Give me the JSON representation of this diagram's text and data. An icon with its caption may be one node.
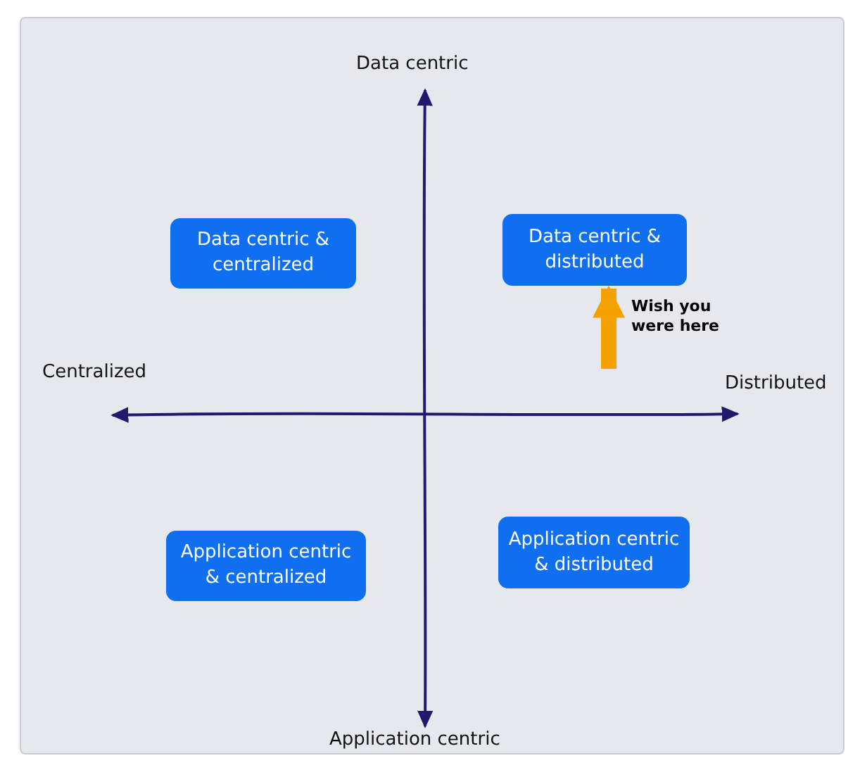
{
  "diagram": {
    "nodes": [
      {
        "text": [
          "Data centric & centralized"
        ]
      },
      {
        "text": [
          "Data centric & distributed"
        ]
      },
      {
        "text": [
          "Application centric & centralized"
        ]
      },
      {
        "text": [
          "Application centric & distributed"
        ]
      }
    ],
    "edges": [
      {
        "from": null,
        "to": 1,
        "arrow": "to",
        "label": "Wish you were here",
        "color": "#f5a100"
      }
    ],
    "labels": [
      "Data centric",
      "Centralized",
      "Distributed",
      "Application centric"
    ]
  }
}
